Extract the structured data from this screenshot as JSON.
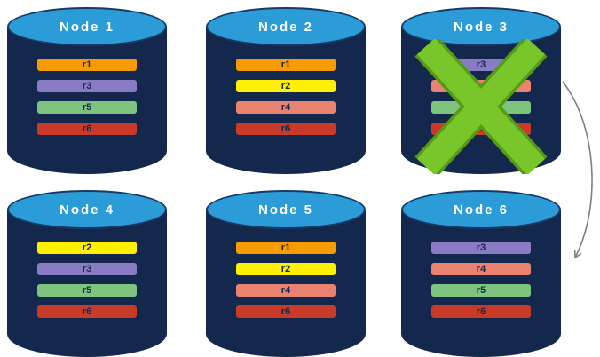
{
  "diagram": {
    "nodes": [
      {
        "title": "Node 1",
        "failed": false,
        "bars": [
          {
            "label": "r1",
            "color": "#F79C00"
          },
          {
            "label": "r3",
            "color": "#8A7CC4"
          },
          {
            "label": "r5",
            "color": "#7FC47E"
          },
          {
            "label": "r6",
            "color": "#C93A28"
          }
        ]
      },
      {
        "title": "Node 2",
        "failed": false,
        "bars": [
          {
            "label": "r1",
            "color": "#F79C00"
          },
          {
            "label": "r2",
            "color": "#FFF000"
          },
          {
            "label": "r4",
            "color": "#E98270"
          },
          {
            "label": "r6",
            "color": "#C93A28"
          }
        ]
      },
      {
        "title": "Node 3",
        "failed": true,
        "bars": [
          {
            "label": "r3",
            "color": "#8A7CC4"
          },
          {
            "label": "r4",
            "color": "#E98270"
          },
          {
            "label": "r5",
            "color": "#7FC47E"
          },
          {
            "label": "r6",
            "color": "#C93A28"
          }
        ]
      },
      {
        "title": "Node 4",
        "failed": false,
        "bars": [
          {
            "label": "r2",
            "color": "#FFF000"
          },
          {
            "label": "r3",
            "color": "#8A7CC4"
          },
          {
            "label": "r5",
            "color": "#7FC47E"
          },
          {
            "label": "r6",
            "color": "#C93A28"
          }
        ]
      },
      {
        "title": "Node 5",
        "failed": false,
        "bars": [
          {
            "label": "r1",
            "color": "#F79C00"
          },
          {
            "label": "r2",
            "color": "#FFF000"
          },
          {
            "label": "r4",
            "color": "#E98270"
          },
          {
            "label": "r6",
            "color": "#C93A28"
          }
        ]
      },
      {
        "title": "Node 6",
        "failed": false,
        "bars": [
          {
            "label": "r3",
            "color": "#8A7CC4"
          },
          {
            "label": "r4",
            "color": "#E98270"
          },
          {
            "label": "r5",
            "color": "#7FC47E"
          },
          {
            "label": "r6",
            "color": "#C93A28"
          }
        ]
      }
    ],
    "failure_marker": {
      "node": "Node 3",
      "color": "#79C62B"
    },
    "arrow": {
      "from": "Node 3",
      "to": "Node 6",
      "color": "#7F7F7F"
    },
    "colors": {
      "cylinder_body": "#14284E",
      "cylinder_top": "#2B9CD8",
      "cylinder_top_border": "#173A66",
      "bar_text": "#17294A"
    }
  }
}
